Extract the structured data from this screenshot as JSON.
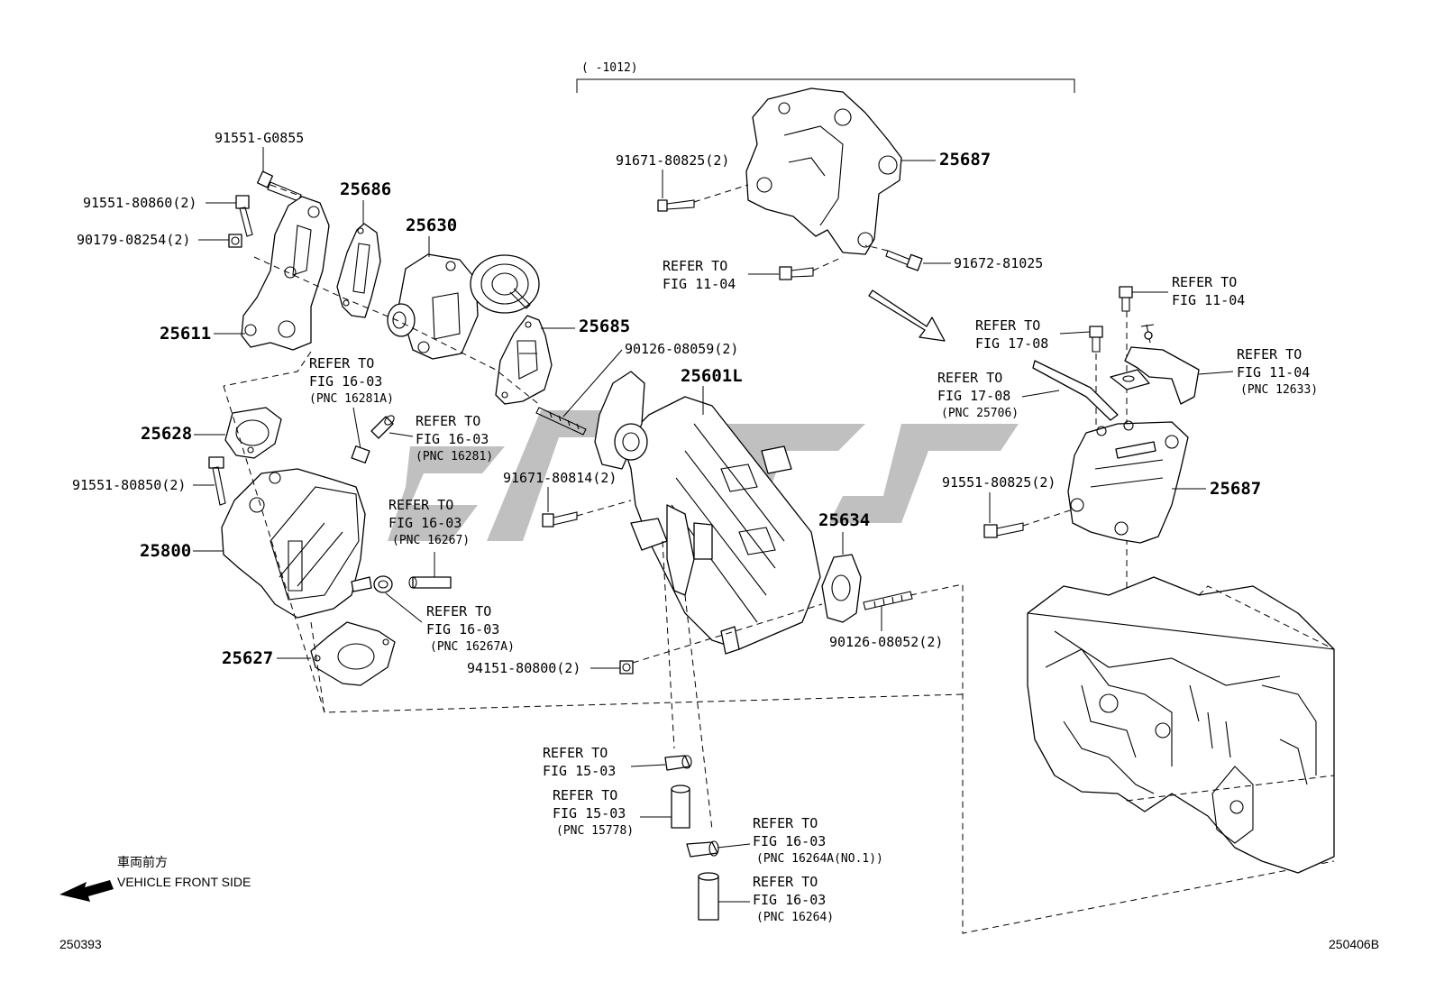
{
  "range_label": "(      -1012)",
  "parts": {
    "p25687_top": "25687",
    "p25687_right": "25687",
    "p25686": "25686",
    "p25630": "25630",
    "p25611": "25611",
    "p25685": "25685",
    "p25601L": "25601L",
    "p25628": "25628",
    "p25800": "25800",
    "p25627": "25627",
    "p25634": "25634"
  },
  "fasteners": {
    "f91551_G0855": "91551-G0855",
    "f91551_80860": "91551-80860(2)",
    "f90179_08254": "90179-08254(2)",
    "f91671_80825": "91671-80825(2)",
    "f91672_81025": "91672-81025",
    "f90126_08059": "90126-08059(2)",
    "f91551_80850": "91551-80850(2)",
    "f91671_80814": "91671-80814(2)",
    "f91551_80825": "91551-80825(2)",
    "f90126_08052": "90126-08052(2)",
    "f94151_80800": "94151-80800(2)"
  },
  "refs": {
    "r1104_a": {
      "l1": "REFER TO",
      "l2": "FIG 11-04"
    },
    "r1104_b": {
      "l1": "REFER TO",
      "l2": "FIG 11-04"
    },
    "r1104_c": {
      "l1": "REFER TO",
      "l2": "FIG 11-04",
      "l3": "(PNC 12633)"
    },
    "r1708_a": {
      "l1": "REFER TO",
      "l2": "FIG 17-08"
    },
    "r1708_b": {
      "l1": "REFER TO",
      "l2": "FIG 17-08",
      "l3": "(PNC 25706)"
    },
    "r1603_a": {
      "l1": "REFER TO",
      "l2": "FIG 16-03",
      "l3": "(PNC 16281A)"
    },
    "r1603_b": {
      "l1": "REFER TO",
      "l2": "FIG 16-03",
      "l3": "(PNC 16281)"
    },
    "r1603_c": {
      "l1": "REFER TO",
      "l2": "FIG 16-03",
      "l3": "(PNC 16267)"
    },
    "r1603_d": {
      "l1": "REFER TO",
      "l2": "FIG 16-03",
      "l3": "(PNC 16267A)"
    },
    "r1503_a": {
      "l1": "REFER TO",
      "l2": "FIG 15-03"
    },
    "r1503_b": {
      "l1": "REFER TO",
      "l2": "FIG 15-03",
      "l3": "(PNC 15778)"
    },
    "r1603_e": {
      "l1": "REFER TO",
      "l2": "FIG 16-03",
      "l3": "(PNC 16264A(NO.1))"
    },
    "r1603_f": {
      "l1": "REFER TO",
      "l2": "FIG 16-03",
      "l3": "(PNC 16264)"
    }
  },
  "vehicle_front": {
    "jp": "車両前方",
    "en": "VEHICLE FRONT SIDE"
  },
  "codes": {
    "left": "250393",
    "right": "250406B"
  },
  "icons": {
    "direction_arrow": "arrow-left-icon",
    "view_arrow": "arrow-down-right-icon"
  }
}
